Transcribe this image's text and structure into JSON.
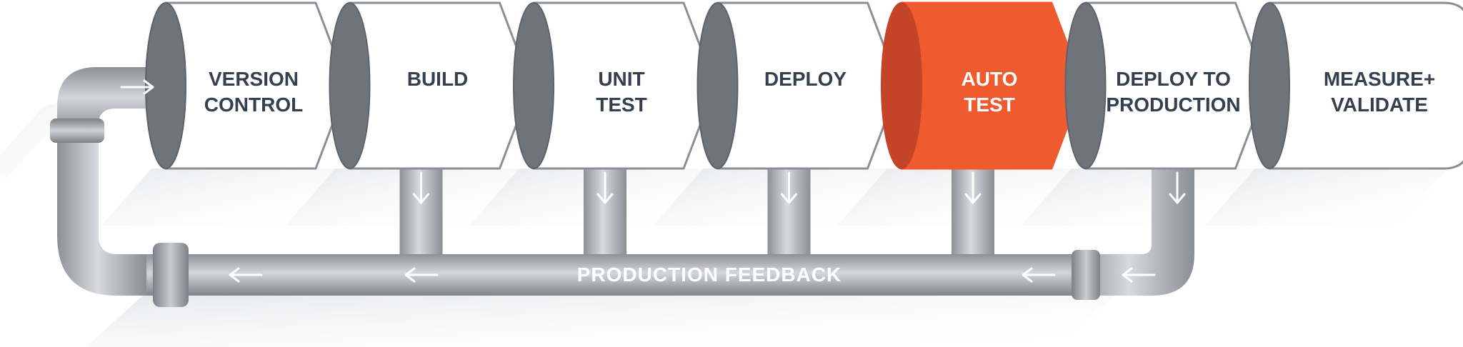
{
  "stages": [
    {
      "id": "version-control",
      "lines": [
        "VERSION",
        "CONTROL"
      ],
      "highlighted": false
    },
    {
      "id": "build",
      "lines": [
        "BUILD"
      ],
      "highlighted": false
    },
    {
      "id": "unit-test",
      "lines": [
        "UNIT",
        "TEST"
      ],
      "highlighted": false
    },
    {
      "id": "deploy",
      "lines": [
        "DEPLOY"
      ],
      "highlighted": false
    },
    {
      "id": "auto-test",
      "lines": [
        "AUTO",
        "TEST"
      ],
      "highlighted": true
    },
    {
      "id": "deploy-to-production",
      "lines": [
        "DEPLOY TO",
        "PRODUCTION"
      ],
      "highlighted": false
    },
    {
      "id": "measure-validate",
      "lines": [
        "MEASURE+",
        "VALIDATE"
      ],
      "highlighted": false
    }
  ],
  "feedback": {
    "label": "PRODUCTION FEEDBACK"
  },
  "colors": {
    "accent": "#ef5a2f",
    "accent_dark": "#c4442a",
    "text_dark": "#34404e",
    "text_light": "#ffffff",
    "pipe_light": "#c9ccd1",
    "pipe_mid": "#a2a6ad",
    "pipe_dark": "#7b7f86",
    "stage_fill": "#ffffff",
    "stage_stroke": "#8a8f96",
    "cylinder_dark": "#6f747b"
  },
  "icons": {
    "down_arrow": "down-arrow-icon",
    "left_arrow": "left-arrow-icon",
    "right_arrow": "right-arrow-icon"
  }
}
